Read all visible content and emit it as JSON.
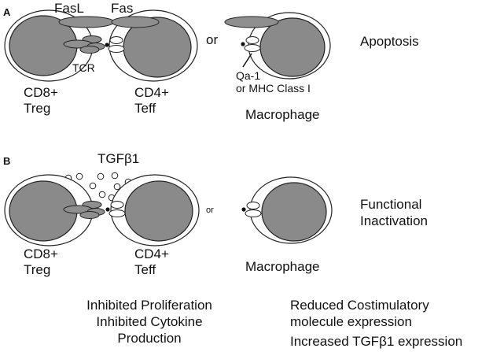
{
  "colors": {
    "cell_fill": "#ffffff",
    "nucleus_fill": "#8a8a8a",
    "molecule_fill": "#8f8f8f",
    "stroke": "#222222"
  },
  "panel_a": {
    "letter": "A",
    "fasl_label": "FasL",
    "fas_label": "Fas",
    "tcr_label": "TCR",
    "or_label": "or",
    "qa1_line1": "Qa-1",
    "qa1_line2": "or MHC Class I",
    "cd8_line1": "CD8+",
    "cd8_line2": "Treg",
    "cd4_line1": "CD4+",
    "cd4_line2": "Teff",
    "macrophage_label": "Macrophage",
    "outcome": "Apoptosis"
  },
  "panel_b": {
    "letter": "B",
    "tgf_label_prefix": "TGF",
    "tgf_label_beta": "β",
    "tgf_label_suffix": "1",
    "or_label": "or",
    "cd8_line1": "CD8+",
    "cd8_line2": "Treg",
    "cd4_line1": "CD4+",
    "cd4_line2": "Teff",
    "macrophage_label": "Macrophage",
    "outcome_line1": "Functional",
    "outcome_line2": "Inactivation",
    "effect_teff_1": "Inhibited Proliferation",
    "effect_teff_2": "Inhibited Cytokine",
    "effect_teff_3": "Production",
    "effect_mac_1": "Reduced Costimulatory",
    "effect_mac_2": "molecule expression",
    "effect_mac_3_prefix": "Increased TGF",
    "effect_mac_3_beta": "β",
    "effect_mac_3_suffix": "1 expression"
  }
}
